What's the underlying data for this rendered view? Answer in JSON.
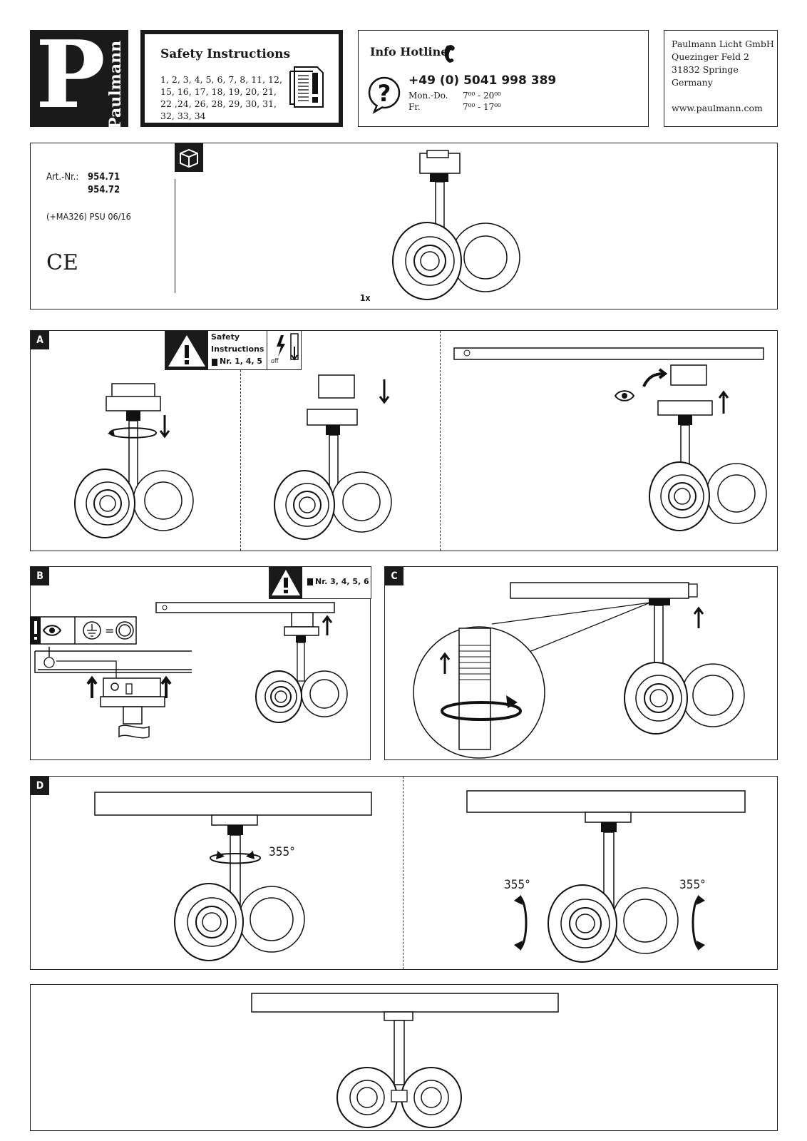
{
  "logo": {
    "letter": "P",
    "brand": "Paulmann"
  },
  "safety": {
    "title": "Safety Instructions",
    "numbers": "1, 2, 3, 4, 5, 6, 7, 8, 11, 12, 15, 16, 17, 18, 19, 20, 21, 22 ,24, 26, 28, 29, 30, 31, 32, 33, 34"
  },
  "hotline": {
    "title": "Info Hotline",
    "phone": "+49 (0) 5041 998 389",
    "hours": [
      {
        "days": "Mon.-Do.",
        "time": "7⁰⁰ - 20⁰⁰"
      },
      {
        "days": "Fr.",
        "time": "7⁰⁰ - 17⁰⁰"
      }
    ]
  },
  "address": {
    "lines": [
      "Paulmann Licht GmbH",
      "Quezinger Feld 2",
      "31832 Springe",
      "Germany"
    ],
    "web": "www.paulmann.com"
  },
  "product": {
    "art_label": "Art.-Nr.:",
    "art1": "954.71",
    "art2": "954.72",
    "psu": "(+MA326) PSU 06/16",
    "ce": "CE",
    "qty": "1x"
  },
  "panelA": {
    "label": "A",
    "safety_line1": "Safety",
    "safety_line2": "Instructions",
    "safety_nr": "Nr. 1, 4, 5",
    "off": "off"
  },
  "panelB": {
    "label": "B",
    "nr": "Nr. 3, 4, 5, 6"
  },
  "panelC": {
    "label": "C"
  },
  "panelD": {
    "label": "D",
    "angle1": "355°",
    "angle2": "355°",
    "angle3": "355°"
  }
}
